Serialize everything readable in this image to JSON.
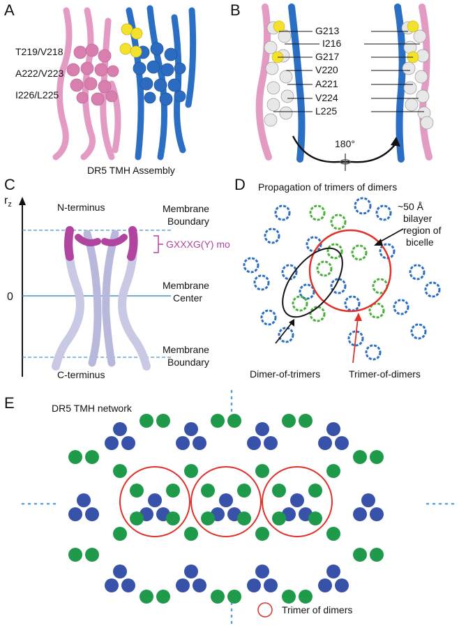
{
  "panel_labels": {
    "a": "A",
    "b": "B",
    "c": "C",
    "d": "D",
    "e": "E"
  },
  "panel_a": {
    "residue_pairs": [
      "T219/V218",
      "A222/V223",
      "I226/L225"
    ],
    "caption": "DR5 TMH Assembly",
    "colors": {
      "chain1": "#e39ac3",
      "chain2": "#2a6fc4",
      "motif": "#f2e22e"
    }
  },
  "panel_b": {
    "residues": [
      "G213",
      "I216",
      "G217",
      "V220",
      "A221",
      "V224",
      "L225"
    ],
    "rotation": "180°"
  },
  "panel_c": {
    "axis_label": "r",
    "axis_sub": "z",
    "zero_tick": "0",
    "n_terminus": "N-terminus",
    "c_terminus": "C-terminus",
    "motif_label": "GXXXG(Y) motif",
    "top_boundary": [
      "Membrane",
      "Boundary"
    ],
    "center": [
      "Membrane",
      "Center"
    ],
    "bottom_boundary": [
      "Membrane",
      "Boundary"
    ],
    "colors": {
      "helix": "#c9c9e6",
      "motif": "#b0449e",
      "line": "#4a90c8"
    }
  },
  "panel_d": {
    "title": "Propagation of trimers of dimers",
    "bicelle_label": [
      "~50 Å",
      "bilayer",
      "region of",
      "bicelle"
    ],
    "dimer_of_trimers": "Dimer-of-trimers",
    "trimer_of_dimers": "Trimer-of-dimers",
    "colors": {
      "blue": "#2a6fc4",
      "green": "#4caf3c",
      "red": "#e0302a"
    }
  },
  "panel_e": {
    "title": "DR5 TMH network",
    "legend": "Trimer of dimers",
    "colors": {
      "blue": "#3752a8",
      "green": "#1f9a4a",
      "red": "#e0302a",
      "dots": "#5aa0d8"
    }
  }
}
